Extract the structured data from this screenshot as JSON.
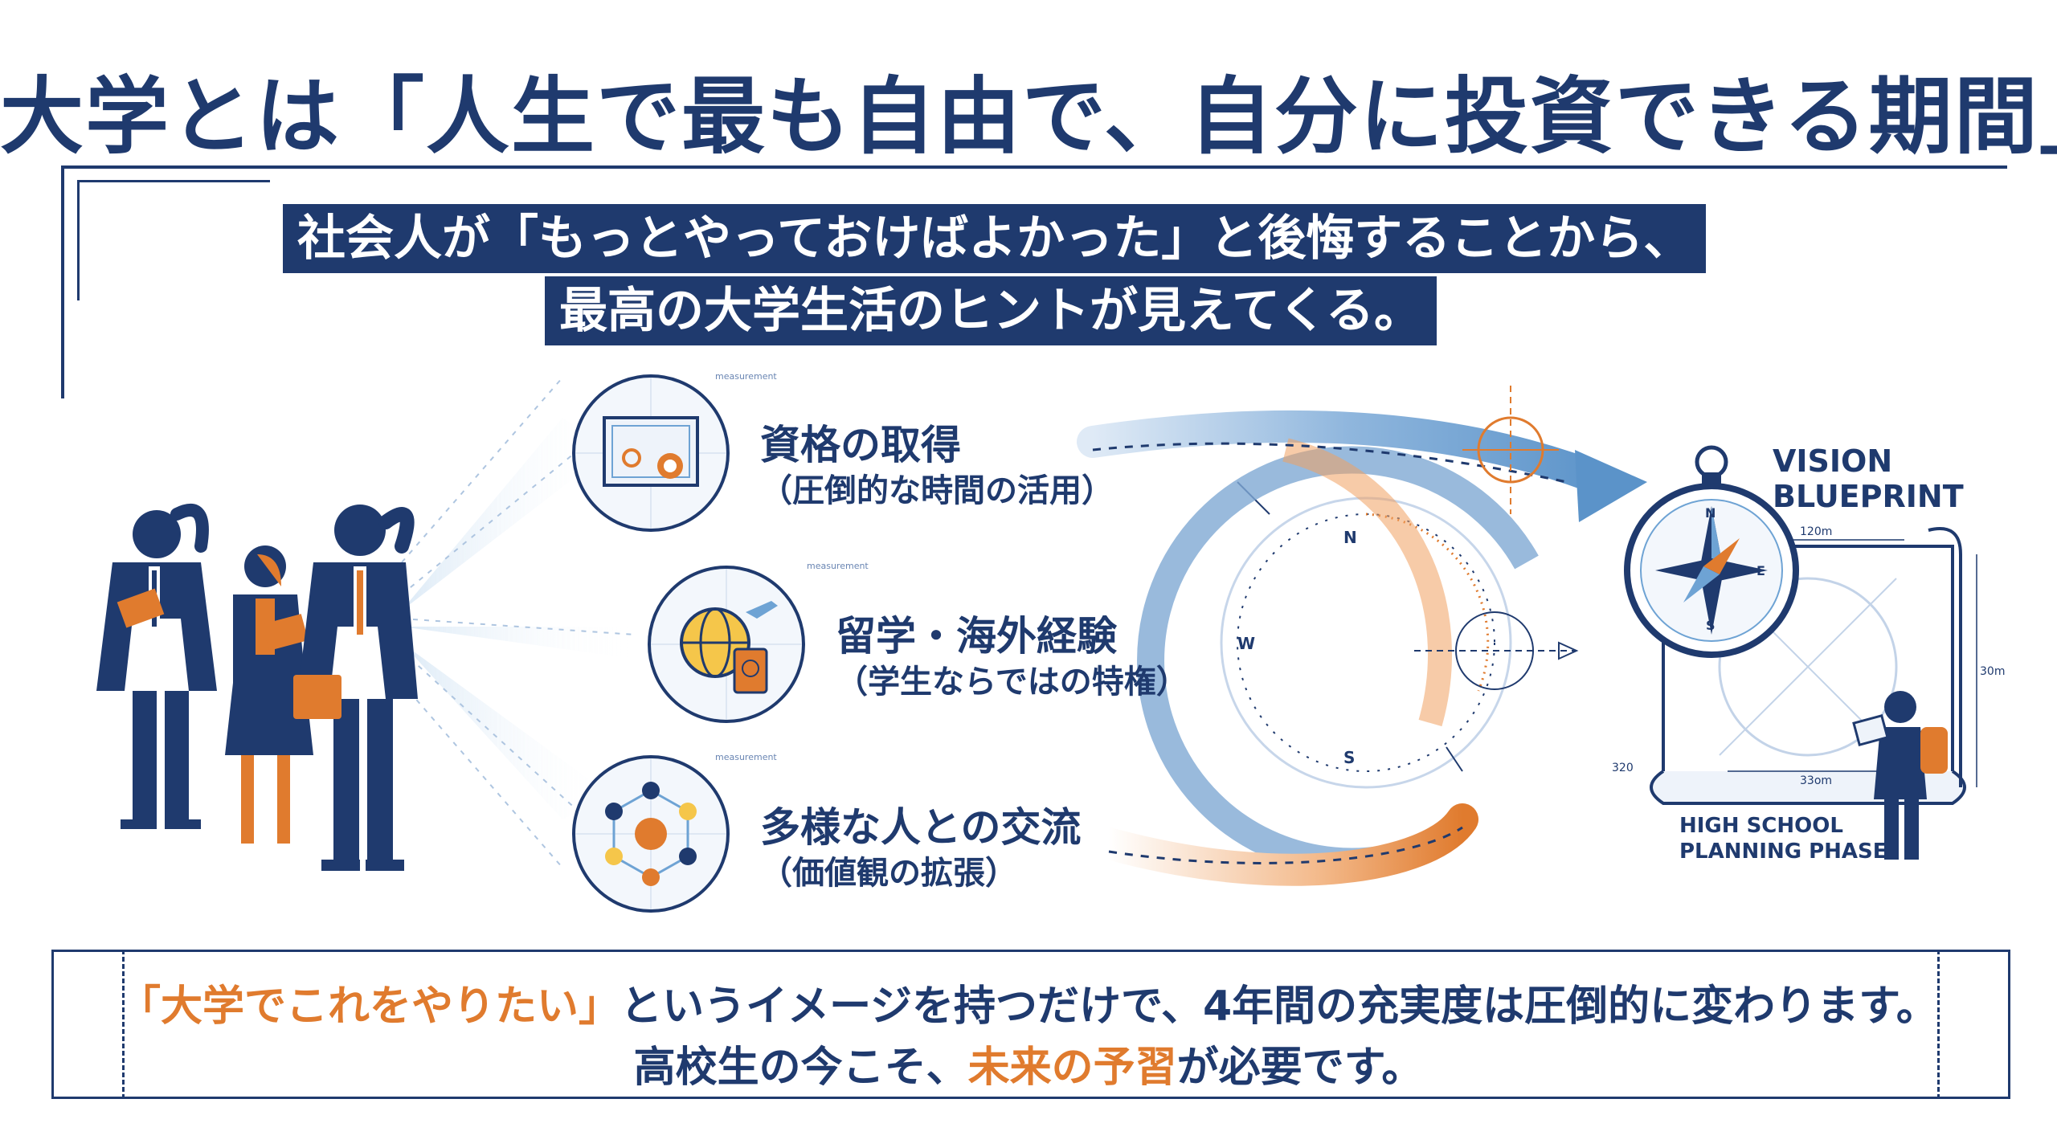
{
  "title": "大学とは「人生で最も自由で、自分に投資できる期間」",
  "subtitle": {
    "line1": "社会人が「もっとやっておけばよかった」と後悔することから、",
    "line2": "最高の大学生活のヒントが見えてくる。"
  },
  "items": [
    {
      "title": "資格の取得",
      "sub": "（圧倒的な時間の活用）",
      "tag": "measurement",
      "icon": "certificate-icon"
    },
    {
      "title": "留学・海外経験",
      "sub": "（学生ならではの特権）",
      "tag": "measurement",
      "icon": "globe-passport-icon"
    },
    {
      "title": "多様な人との交流",
      "sub": "（価値観の拡張）",
      "tag": "measurement",
      "icon": "network-people-icon"
    }
  ],
  "compass": {
    "n": "N",
    "s": "S",
    "w": "W",
    "e": "E"
  },
  "vision": {
    "line1": "VISION",
    "line2": "BLUEPRINT"
  },
  "blueprint": {
    "dim_top": "120m",
    "dim_bottom": "33om",
    "dim_right": "30m",
    "dim_left": "320"
  },
  "phase": {
    "line1": "HIGH SCHOOL",
    "line2": "PLANNING PHASE"
  },
  "bottom": {
    "line1_highlight": "「大学でこれをやりたい」",
    "line1_rest": "というイメージを持つだけで、4年間の充実度は圧倒的に変わります。",
    "line2_pre": "高校生の今こそ、",
    "line2_highlight": "未来の予習",
    "line2_post": "が必要です。"
  },
  "colors": {
    "navy": "#1f3a6e",
    "orange": "#e07b2e",
    "light_blue": "#6ea3d4"
  }
}
